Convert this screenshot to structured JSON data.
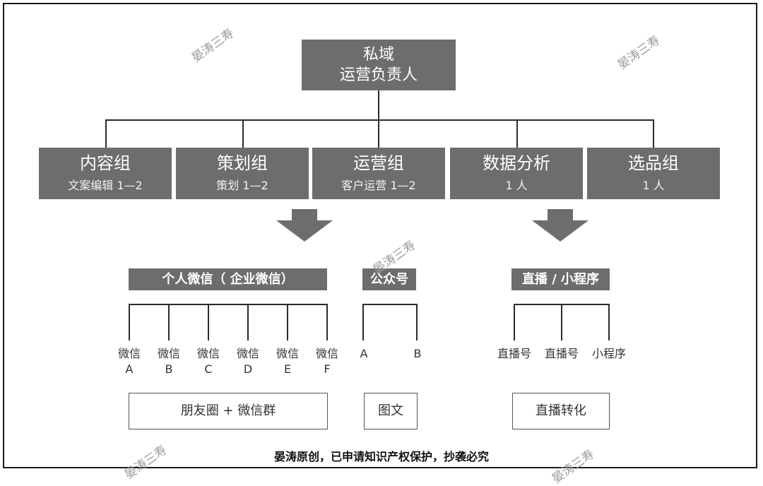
{
  "root": {
    "line1": "私域",
    "line2": "运营负责人"
  },
  "departments": [
    {
      "title": "内容组",
      "sub": "文案编辑 1—2"
    },
    {
      "title": "策划组",
      "sub": "策划 1—2"
    },
    {
      "title": "运营组",
      "sub": "客户运营 1—2"
    },
    {
      "title": "数据分析",
      "sub": "1 人"
    },
    {
      "title": "选品组",
      "sub": "1 人"
    }
  ],
  "channels": {
    "personal_wechat": {
      "header": "个人微信（ 企业微信）",
      "leaves": [
        {
          "l1": "微信",
          "l2": "A"
        },
        {
          "l1": "微信",
          "l2": "B"
        },
        {
          "l1": "微信",
          "l2": "C"
        },
        {
          "l1": "微信",
          "l2": "D"
        },
        {
          "l1": "微信",
          "l2": "E"
        },
        {
          "l1": "微信",
          "l2": "F"
        }
      ],
      "output": "朋友圈 + 微信群"
    },
    "official_account": {
      "header": "公众号",
      "leaves": [
        {
          "l1": "A"
        },
        {
          "l1": "B"
        }
      ],
      "output": "图文"
    },
    "live_miniprogram": {
      "header": "直播 / 小程序",
      "leaves": [
        {
          "l1": "直播号"
        },
        {
          "l1": "直播号"
        },
        {
          "l1": "小程序"
        }
      ],
      "output": "直播转化"
    }
  },
  "watermark": "晏涛三寿",
  "footer": "晏涛原创，已申请知识产权保护，抄袭必究",
  "colors": {
    "box_fill": "#6d6d6d",
    "line": "#2a2a2a",
    "text_on_box": "#ffffff"
  }
}
